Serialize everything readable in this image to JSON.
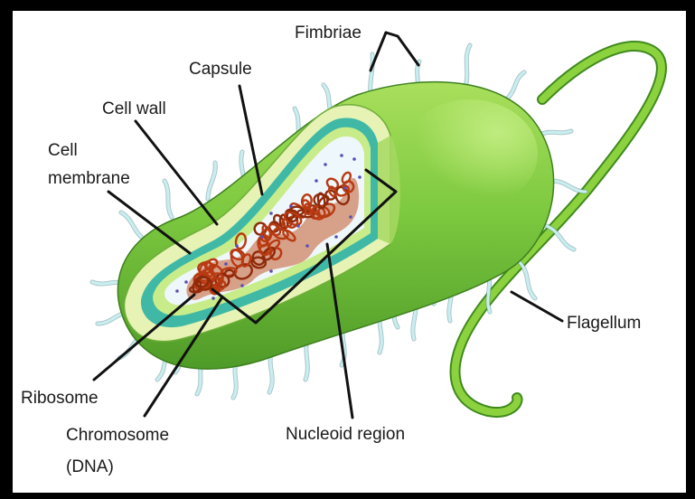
{
  "labels": {
    "fimbriae": "Fimbriae",
    "capsule": "Capsule",
    "cell_wall": "Cell wall",
    "cell_membrane_line1": "Cell",
    "cell_membrane_line2": "membrane",
    "flagellum": "Flagellum",
    "ribosome": "Ribosome",
    "chromosome_line1": "Chromosome",
    "chromosome_line2": "(DNA)",
    "nucleoid_region": "Nucleoid region"
  },
  "colors": {
    "frame": "#000000",
    "background": "#ffffff",
    "body_green": "#7dc93f",
    "body_dark": "#5aa62e",
    "capsule_light": "#e6f3b4",
    "wall_teal": "#3fb9a6",
    "membrane_pale": "#c9ec8a",
    "cytoplasm": "#eef7fb",
    "dna": "#b83a12",
    "ribosome": "#5a4fb0",
    "flagellum": "#8cd23e",
    "pili": "#c9eef0",
    "leader_lines": "#111111"
  }
}
